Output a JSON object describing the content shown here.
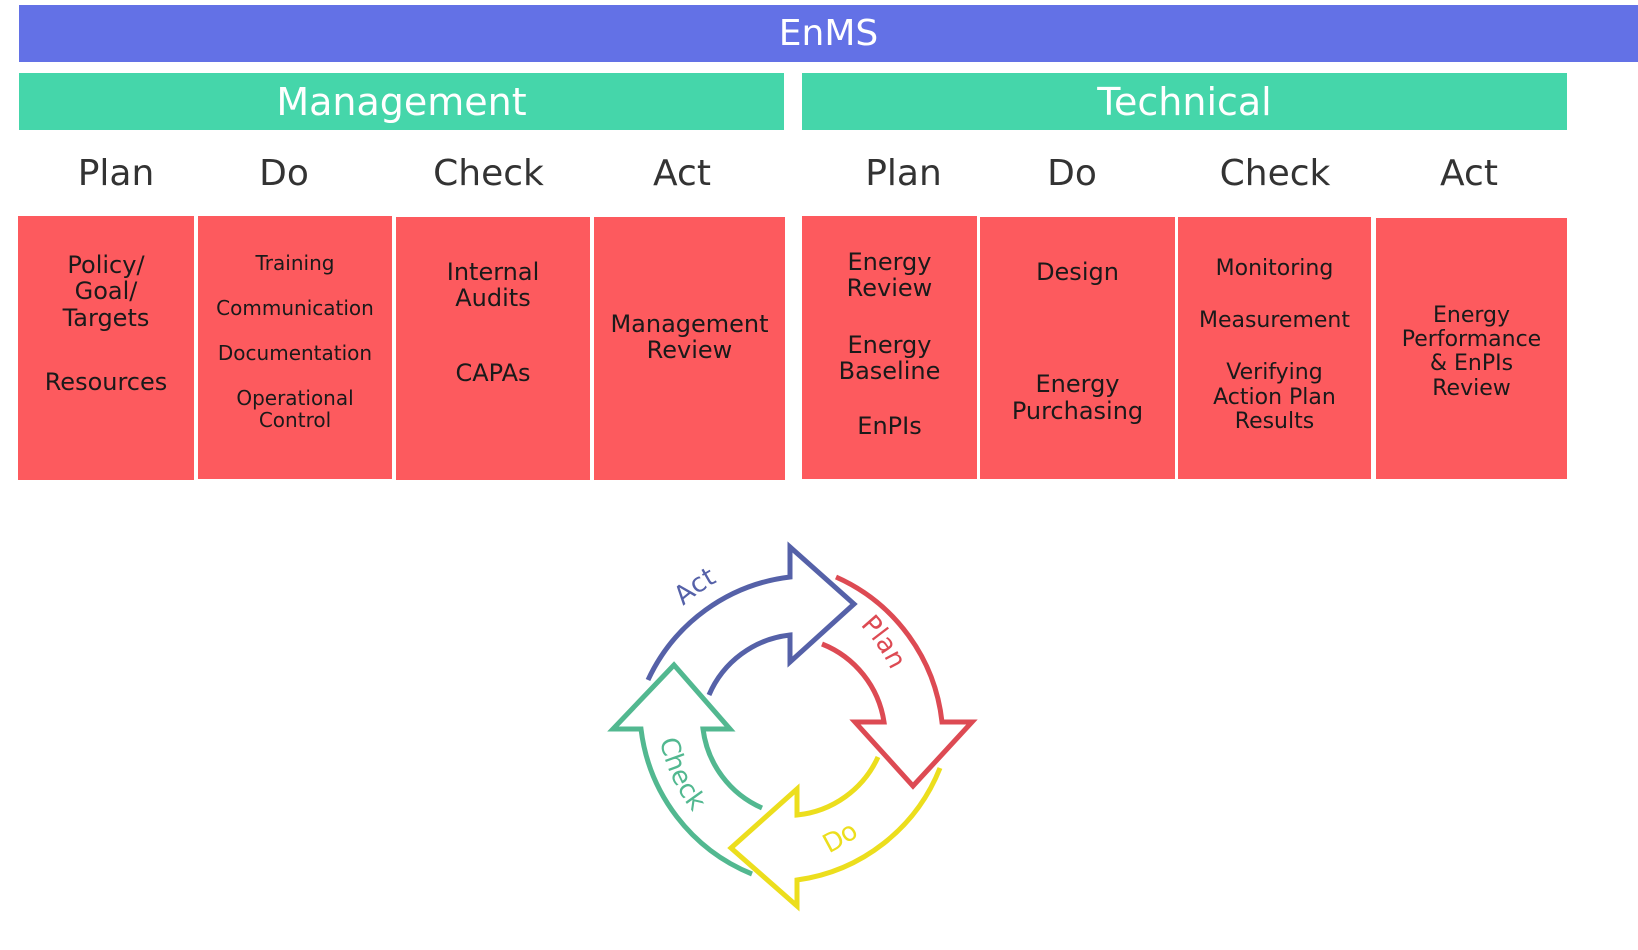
{
  "title": "EnMS",
  "sections": {
    "management": {
      "label": "Management",
      "phases": [
        "Plan",
        "Do",
        "Check",
        "Act"
      ],
      "boxes": [
        [
          "Policy/\nGoal/\nTargets",
          "Resources"
        ],
        [
          "Training",
          "Communication",
          "Documentation",
          "Operational\nControl"
        ],
        [
          "Internal\nAudits",
          "CAPAs"
        ],
        [
          "Management\nReview"
        ]
      ]
    },
    "technical": {
      "label": "Technical",
      "phases": [
        "Plan",
        "Do",
        "Check",
        "Act"
      ],
      "boxes": [
        [
          "Energy\nReview",
          "Energy\nBaseline",
          "EnPIs"
        ],
        [
          "Design",
          "Energy\nPurchasing"
        ],
        [
          "Monitoring",
          "Measurement",
          "Verifying\nAction Plan\nResults"
        ],
        [
          "Energy\nPerformance\n& EnPIs\nReview"
        ]
      ]
    }
  },
  "cycle": {
    "act": {
      "label": "Act",
      "color": "#5561a8"
    },
    "plan": {
      "label": "Plan",
      "color": "#dd4a53"
    },
    "do": {
      "label": "Do",
      "color": "#ecde1d"
    },
    "check": {
      "label": "Check",
      "color": "#52b890"
    }
  },
  "colors": {
    "title_bar": "#6371e6",
    "section_bar": "#45d6aa",
    "box": "#fd5a5e"
  }
}
